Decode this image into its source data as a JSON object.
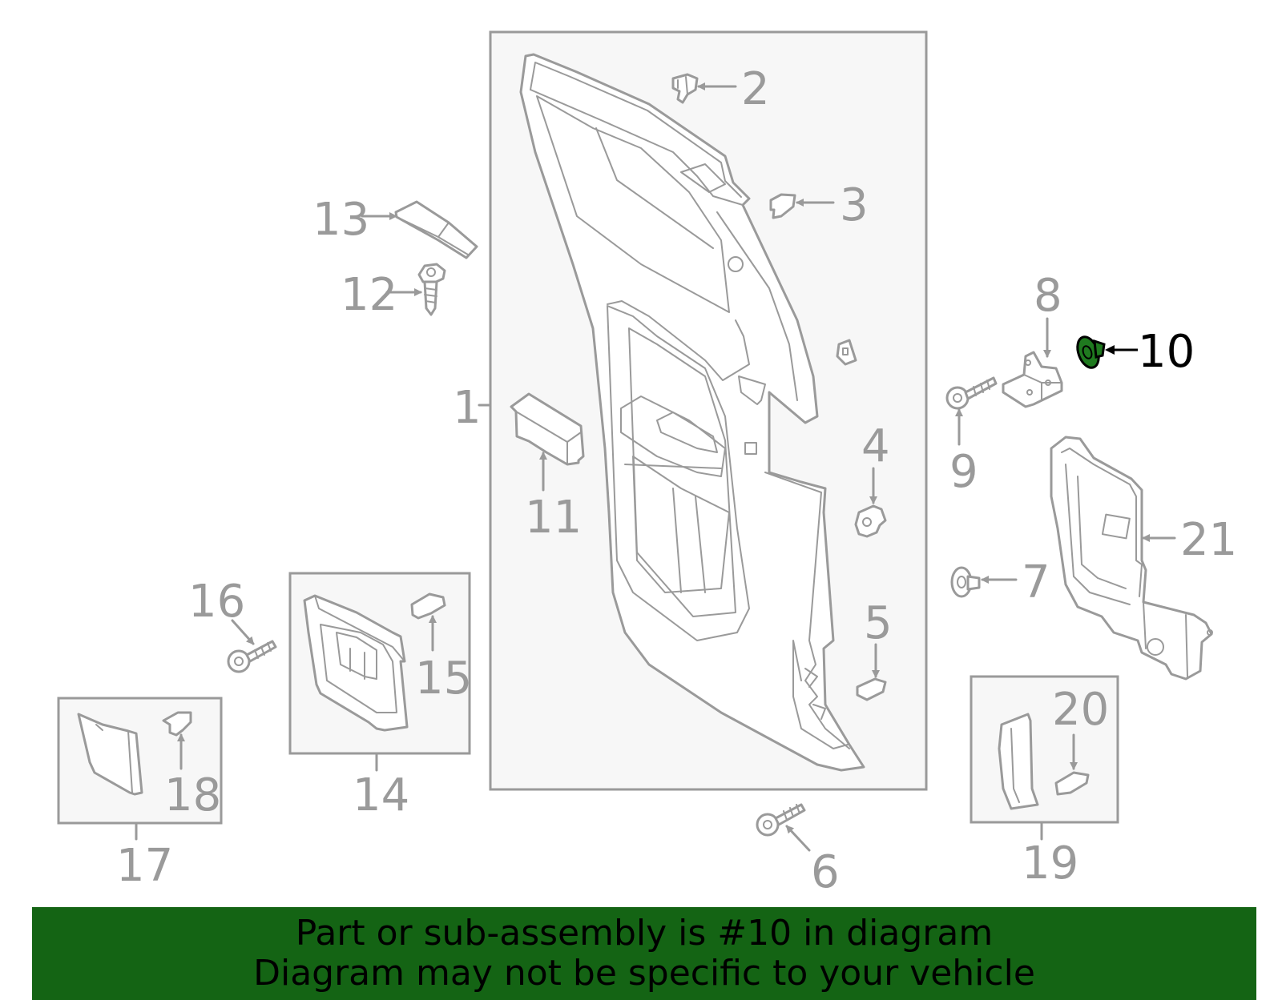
{
  "callouts": {
    "c1": "1",
    "c2": "2",
    "c3": "3",
    "c4": "4",
    "c5": "5",
    "c6": "6",
    "c7": "7",
    "c8": "8",
    "c9": "9",
    "c10": "10",
    "c11": "11",
    "c12": "12",
    "c13": "13",
    "c14": "14",
    "c15": "15",
    "c16": "16",
    "c17": "17",
    "c18": "18",
    "c19": "19",
    "c20": "20",
    "c21": "21"
  },
  "highlighted_part": "10",
  "colors": {
    "highlight": "#1f7a1f",
    "banner": "#146414",
    "part_stroke": "#9a9a9a"
  },
  "banner": {
    "line1": "Part or sub-assembly is #10 in diagram",
    "line2": "Diagram may not be specific to your vehicle"
  }
}
